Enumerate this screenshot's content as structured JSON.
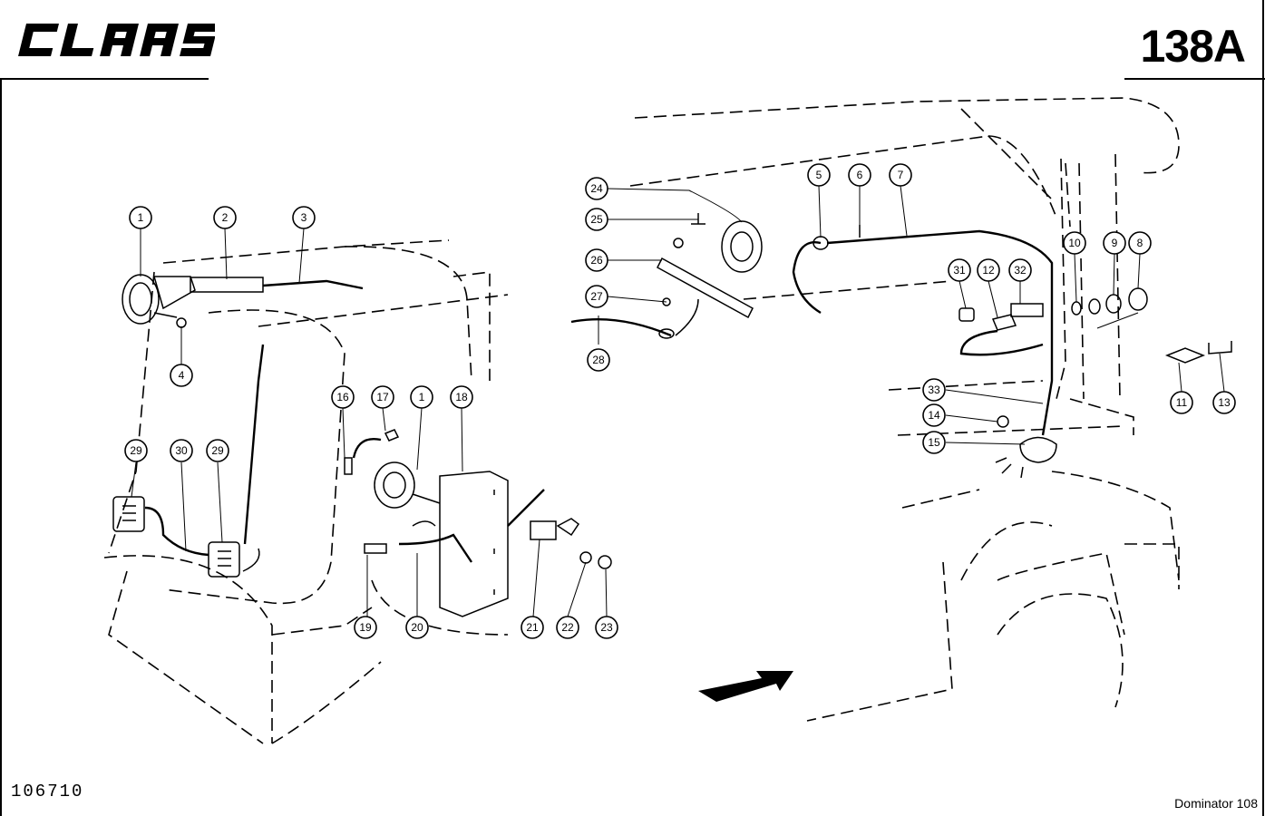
{
  "header": {
    "logo_text": "CLAAS",
    "page_number": "138A"
  },
  "footer": {
    "document_number": "106710",
    "model": "Dominator 108"
  },
  "callouts": [
    "1",
    "2",
    "3",
    "4",
    "5",
    "6",
    "7",
    "8",
    "9",
    "10",
    "11",
    "12",
    "13",
    "14",
    "15",
    "16",
    "17",
    "1",
    "18",
    "19",
    "20",
    "21",
    "22",
    "23",
    "24",
    "25",
    "26",
    "27",
    "28",
    "29",
    "30",
    "29",
    "31",
    "32",
    "33"
  ]
}
